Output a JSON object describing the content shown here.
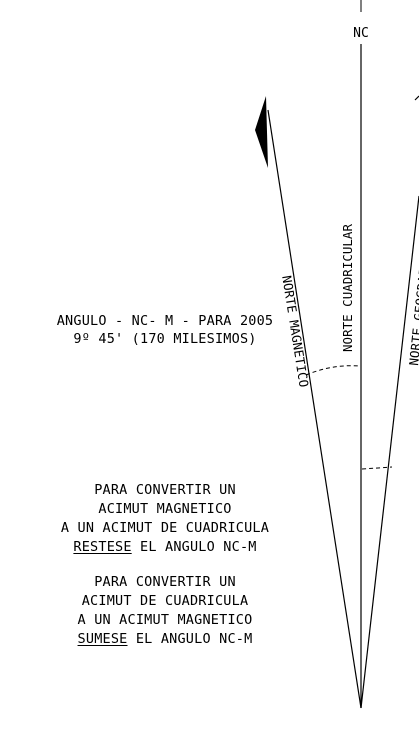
{
  "labels": {
    "nc": "NC",
    "norte_cuadricular": "NORTE CUADRICULAR",
    "norte_magnetico": "NORTE MAGNETICO",
    "norte_geografico": "NORTE GEOGRAFICO"
  },
  "angle_note": {
    "line1": "ANGULO - NC- M - PARA 2005",
    "line2": "9º 45' (170 MILESIMOS)"
  },
  "instruction_restar": {
    "line1": "PARA CONVERTIR UN",
    "line2": "ACIMUT MAGNETICO",
    "line3": "A UN ACIMUT DE CUADRICULA",
    "keyword": "RESTESE",
    "rest": " EL ANGULO NC-M"
  },
  "instruction_sumar": {
    "line1": "PARA CONVERTIR UN",
    "line2": "ACIMUT DE CUADRICULA",
    "line3": "A UN ACIMUT MAGNETICO",
    "keyword": "SUMESE",
    "rest": " EL ANGULO NC-M"
  }
}
